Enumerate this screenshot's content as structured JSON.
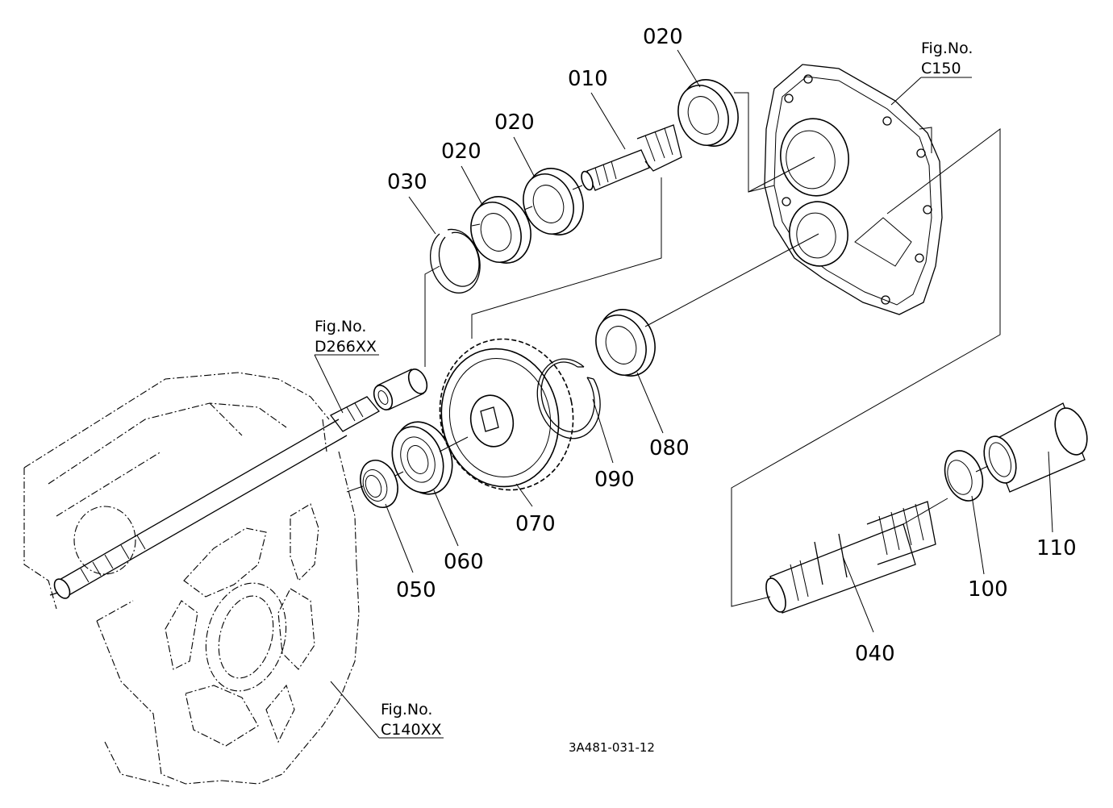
{
  "parts": [
    {
      "key": "p010",
      "label": "010"
    },
    {
      "key": "p020a",
      "label": "020"
    },
    {
      "key": "p020b",
      "label": "020"
    },
    {
      "key": "p020c",
      "label": "020"
    },
    {
      "key": "p030",
      "label": "030"
    },
    {
      "key": "p040",
      "label": "040"
    },
    {
      "key": "p050",
      "label": "050"
    },
    {
      "key": "p060",
      "label": "060"
    },
    {
      "key": "p070",
      "label": "070"
    },
    {
      "key": "p080",
      "label": "080"
    },
    {
      "key": "p090",
      "label": "090"
    },
    {
      "key": "p100",
      "label": "100"
    },
    {
      "key": "p110",
      "label": "110"
    }
  ],
  "figure_refs": [
    {
      "key": "c150",
      "prefix": "Fig.No.",
      "code": "C150"
    },
    {
      "key": "d266xx",
      "prefix": "Fig.No.",
      "code": "D266XX"
    },
    {
      "key": "c140xx",
      "prefix": "Fig.No.",
      "code": "C140XX"
    }
  ],
  "drawing_code": "3A481-031-12"
}
